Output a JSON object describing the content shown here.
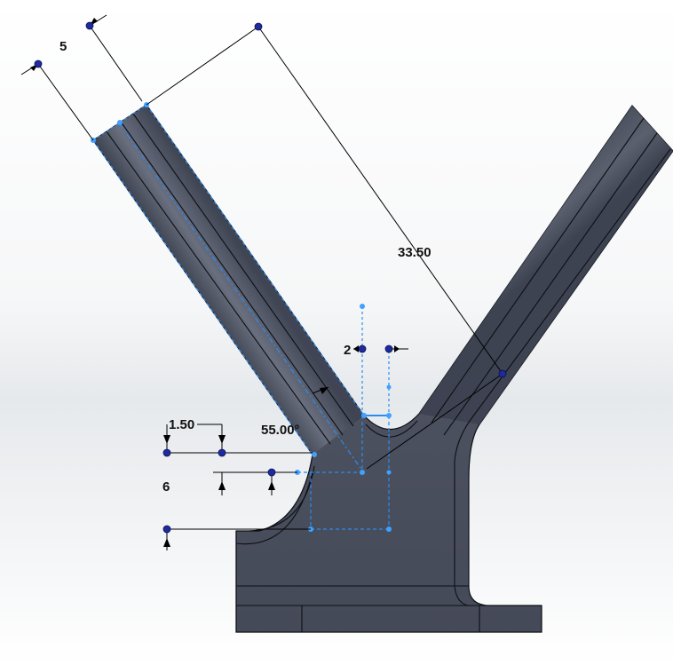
{
  "dimensions": {
    "arm_thickness": "5",
    "arm_length": "33.50",
    "slot_width": "2",
    "offset": "1.50",
    "angle": "55.00°",
    "height": "6"
  },
  "colors": {
    "background_top": "#ffffff",
    "background_mid": "#e9ecef",
    "part_dark": "#3d4251",
    "part_light": "#6b7080",
    "edge": "#0d0f14",
    "sketch_blue": "#2a8cf0",
    "sketch_point": "#3fa2ff",
    "dim_point": "#1e2a9e",
    "dim_line": "#000000"
  }
}
